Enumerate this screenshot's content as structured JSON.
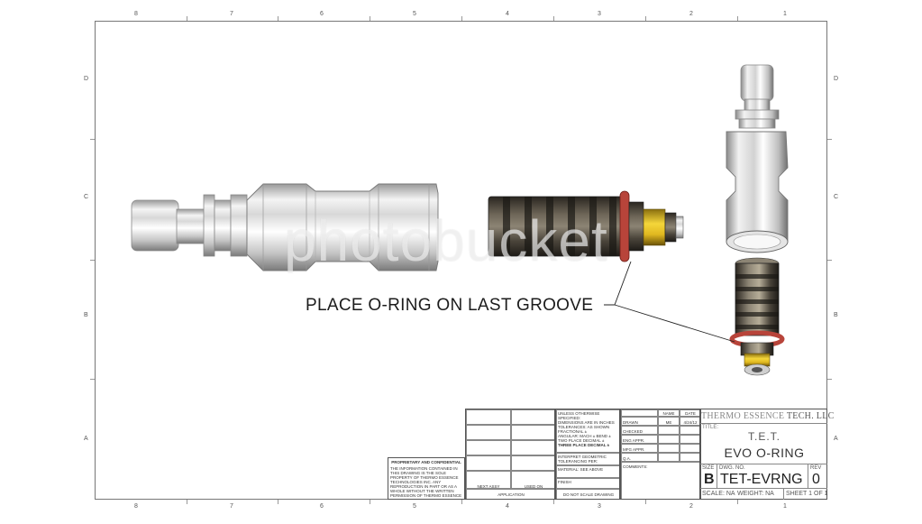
{
  "zones": {
    "columns": [
      "8",
      "7",
      "6",
      "5",
      "4",
      "3",
      "2",
      "1"
    ],
    "rows": [
      "D",
      "C",
      "B",
      "A"
    ]
  },
  "callout": {
    "text": "PLACE O-RING ON LAST GROOVE"
  },
  "watermark": {
    "text": "photobucket"
  },
  "title_block": {
    "company_light": "THERMO ESSENCE",
    "company_dark": "TECH. LLC",
    "title_label": "TITLE:",
    "title_line1": "T.E.T.",
    "title_line2": "EVO O-RING",
    "size_label": "SIZE",
    "size_value": "B",
    "dwg_no_label": "DWG. NO.",
    "dwg_no_value": "TET-EVRNG",
    "rev_label": "REV",
    "rev_value": "0",
    "scale": "SCALE: NA",
    "weight": "WEIGHT: NA",
    "sheet": "SHEET 1 OF 1",
    "name_header": "NAME",
    "date_header": "DATE",
    "drawn_label": "DRAWN",
    "drawn_name": "ME",
    "drawn_date": "4/24/12",
    "checked_label": "CHECKED",
    "eng_appr_label": "ENG APPR.",
    "mfg_appr_label": "MFG APPR.",
    "qa_label": "Q.A.",
    "comments_label": "COMMENTS:",
    "tolerance_lines": [
      "UNLESS OTHERWISE SPECIFIED:",
      "DIMENSIONS ARE IN INCHES",
      "TOLERANCES: AS SHOWN",
      "FRACTIONAL ±",
      "ANGULAR: MACH ±   BEND ±",
      "TWO PLACE DECIMAL  ±",
      "THREE PLACE DECIMAL  ±"
    ],
    "interpret_lines": [
      "INTERPRET GEOMETRIC",
      "TOLERANCING PER:"
    ],
    "material_label": "MATERIAL: SEE ABOVE",
    "finish_label": "FINISH",
    "do_not_scale": "DO NOT SCALE DRAWING",
    "next_assy": "NEXT ASSY",
    "used_on": "USED ON",
    "application": "APPLICATION",
    "proprietary_title": "PROPRIETARY AND CONFIDENTIAL",
    "proprietary_text": "THE INFORMATION CONTAINED IN THIS DRAWING IS THE SOLE PROPERTY OF THERMO ESSENCE TECHNOLOGIES INC. ANY REPRODUCTION IN PART OR AS A WHOLE WITHOUT THE WRITTEN PERMISSION OF THERMO ESSENCE TECHNOLOGIES INC. IS PROHIBITED."
  }
}
